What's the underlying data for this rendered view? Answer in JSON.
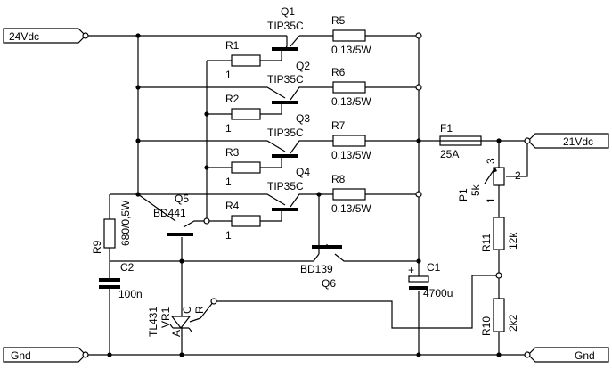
{
  "ports": {
    "vin": "24Vdc",
    "vout": "21Vdc",
    "gnd_left": "Gnd",
    "gnd_right": "Gnd"
  },
  "transistors": {
    "q1": {
      "ref": "Q1",
      "part": "TIP35C"
    },
    "q2": {
      "ref": "Q2",
      "part": "TIP35C"
    },
    "q3": {
      "ref": "Q3",
      "part": "TIP35C"
    },
    "q4": {
      "ref": "Q4",
      "part": "TIP35C"
    },
    "q5": {
      "ref": "Q5",
      "part": "BD441"
    },
    "q6": {
      "ref": "Q6",
      "part": "BD139"
    }
  },
  "resistors": {
    "r1": {
      "ref": "R1",
      "value": "1"
    },
    "r2": {
      "ref": "R2",
      "value": "1"
    },
    "r3": {
      "ref": "R3",
      "value": "1"
    },
    "r4": {
      "ref": "R4",
      "value": "1"
    },
    "r5": {
      "ref": "R5",
      "value": "0.13/5W"
    },
    "r6": {
      "ref": "R6",
      "value": "0.13/5W"
    },
    "r7": {
      "ref": "R7",
      "value": "0.13/5W"
    },
    "r8": {
      "ref": "R8",
      "value": "0.13/5W"
    },
    "r9": {
      "ref": "R9",
      "value": "680/0,5W"
    },
    "r10": {
      "ref": "R10",
      "value": "2k2"
    },
    "r11": {
      "ref": "R11",
      "value": "12k"
    }
  },
  "capacitors": {
    "c1": {
      "ref": "C1",
      "value": "4700u",
      "polarity": "+"
    },
    "c2": {
      "ref": "C2",
      "value": "100n"
    }
  },
  "fuse": {
    "ref": "F1",
    "value": "25A"
  },
  "pot": {
    "ref": "P1",
    "value": "5k",
    "pin1": "1",
    "pin2": "2",
    "pin3": "3"
  },
  "reference": {
    "part": "TL431",
    "ref": "VR1",
    "pin_c": "C",
    "pin_a": "A",
    "pin_r": "R"
  }
}
